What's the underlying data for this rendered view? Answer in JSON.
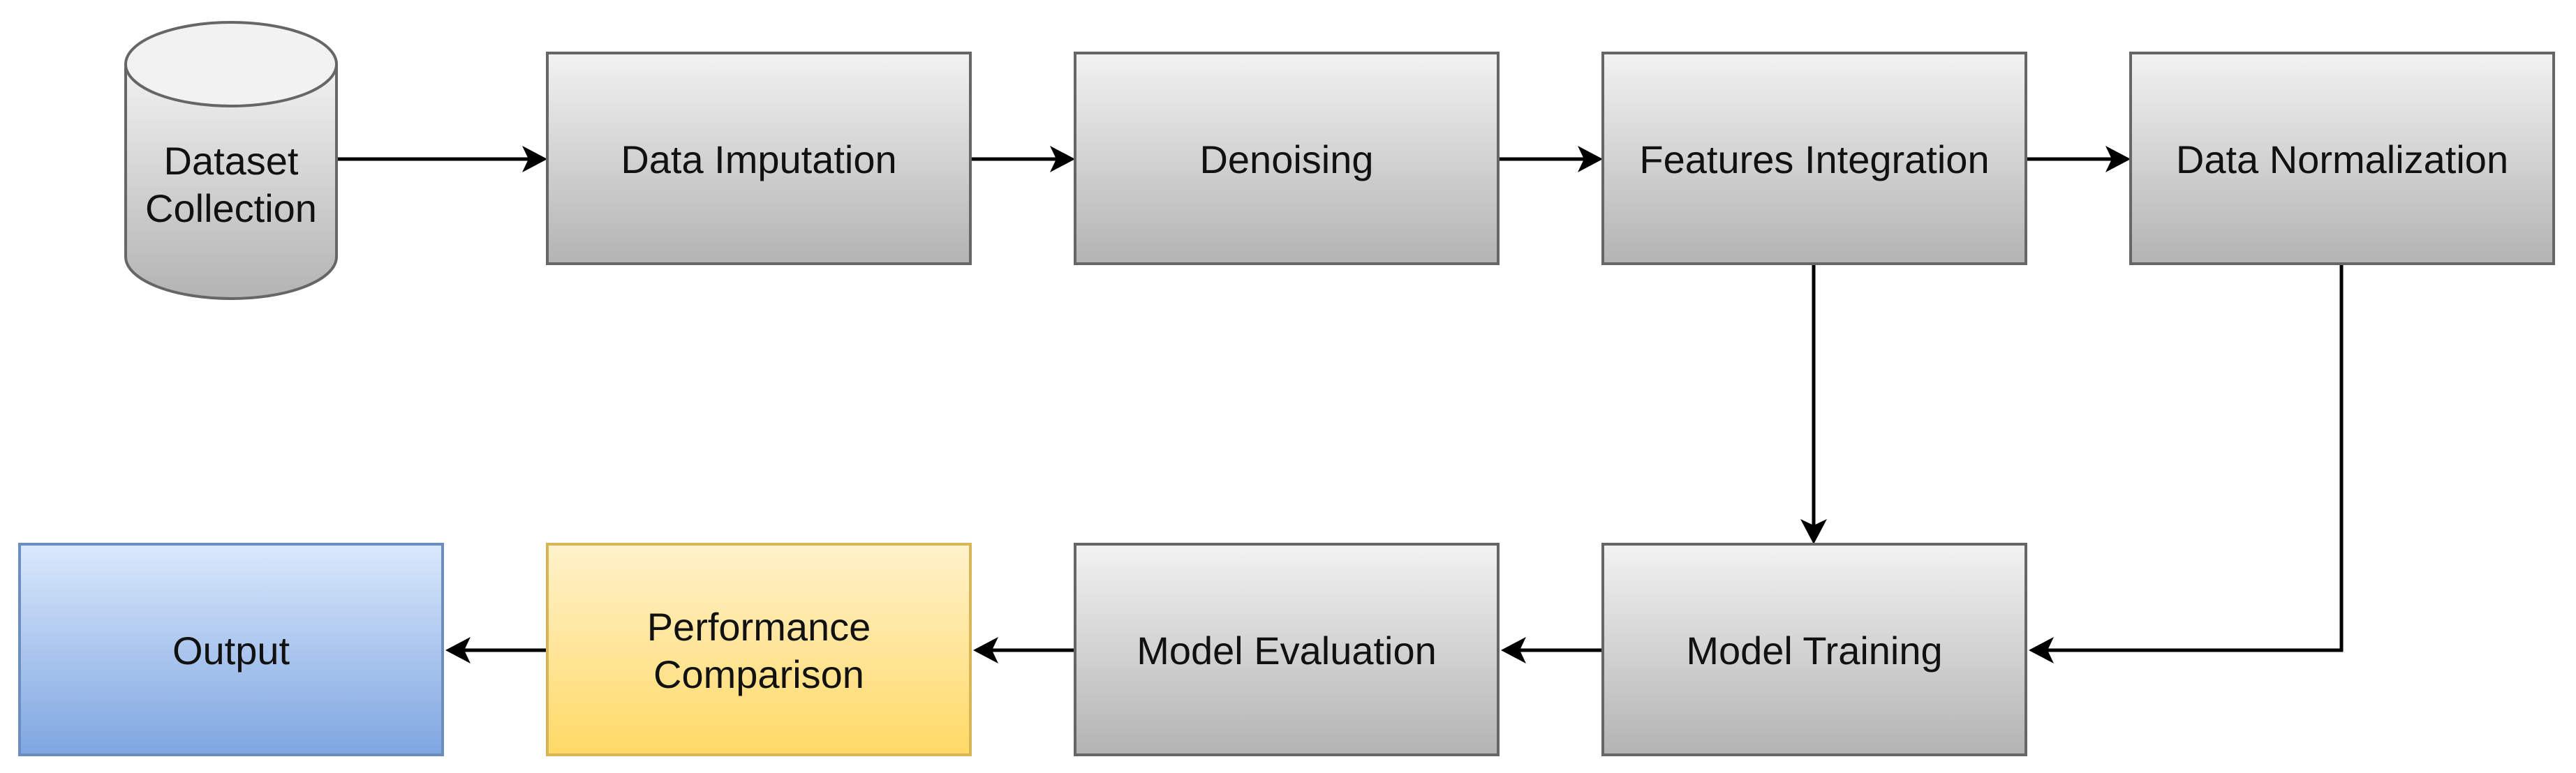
{
  "nodes": {
    "dataset": {
      "line1": "Dataset",
      "line2": "Collection"
    },
    "imputation": {
      "label": "Data Imputation"
    },
    "denoising": {
      "label": "Denoising"
    },
    "features": {
      "label": "Features Integration"
    },
    "normalization": {
      "label": "Data Normalization"
    },
    "training": {
      "label": "Model Training"
    },
    "evaluation": {
      "label": "Model Evaluation"
    },
    "comparison": {
      "line1": "Performance",
      "line2": "Comparison"
    },
    "output": {
      "label": "Output"
    }
  },
  "colors": {
    "gray_top": "#f2f2f2",
    "gray_bottom": "#b3b3b3",
    "gray_stroke": "#666666",
    "yellow_top": "#fff2cc",
    "yellow_bottom": "#ffd966",
    "yellow_stroke": "#d6b656",
    "blue_top": "#dae8fc",
    "blue_bottom": "#7ea6e0",
    "blue_stroke": "#6c8ebf",
    "edge": "#000000"
  }
}
